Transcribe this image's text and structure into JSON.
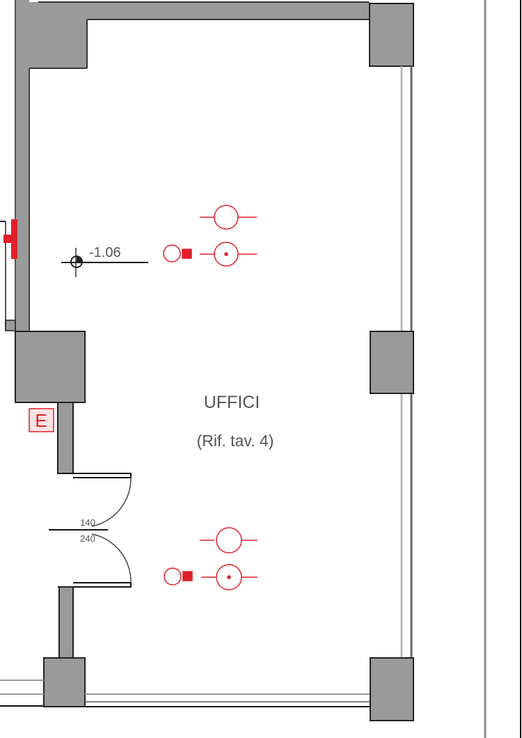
{
  "plan": {
    "room_name": "UFFICI",
    "room_reference": "(Rif. tav. 4)",
    "level_mark": "-1.06",
    "door_width": "140",
    "door_height": "240",
    "exit_sign": "E"
  },
  "colors": {
    "wall_fill": "#9a9a9a",
    "wall_line": "#1a1a1a",
    "electrical": "#e0202a",
    "text": "#555555"
  },
  "icons": [
    "ceiling-light-icon",
    "ceiling-light-detector-icon",
    "socket-icon",
    "level-marker-icon",
    "radiator-icon",
    "exit-sign-icon",
    "door-swing-icon"
  ]
}
